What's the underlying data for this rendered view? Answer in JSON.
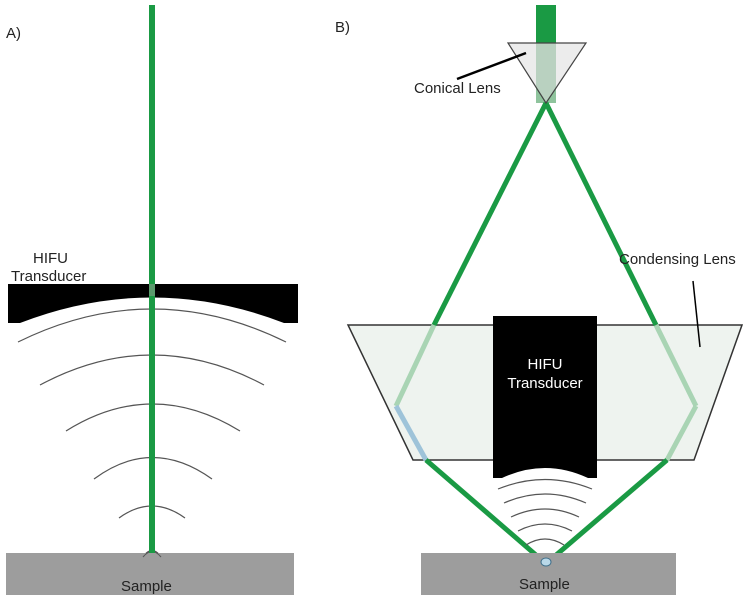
{
  "panel_a": {
    "label": "A)",
    "transducer_label_line1": "HIFU",
    "transducer_label_line2": "Transducer",
    "sample_label": "Sample"
  },
  "panel_b": {
    "label": "B)",
    "conical_lens_label": "Conical Lens",
    "condensing_lens_label": "Condensing Lens",
    "transducer_label_line1": "HIFU",
    "transducer_label_line2": "Transducer",
    "sample_label": "Sample"
  },
  "colors": {
    "laser_beam": "#1a9a44",
    "transducer": "#000000",
    "sample": "#9d9d9d",
    "lens_fill": "#eef3ef",
    "lens_stroke": "#333333"
  }
}
